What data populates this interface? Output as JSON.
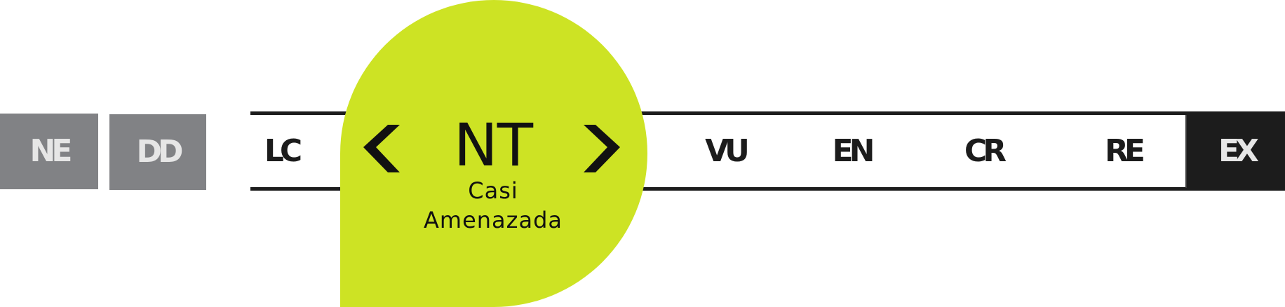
{
  "categories": {
    "ne": "NE",
    "dd": "DD",
    "lc": "LC",
    "vu": "VU",
    "en": "EN",
    "cr": "CR",
    "re": "RE",
    "ex": "EX"
  },
  "selected": {
    "abbr": "NT",
    "label_line1": "Casi",
    "label_line2": "Amenazada"
  },
  "colors": {
    "accent": "#cde324",
    "grey_box": "#818285",
    "dark_box": "#1c1c1c",
    "box_text": "#e6e6e6"
  },
  "icons": {
    "prev": "chevron-left-icon",
    "next": "chevron-right-icon"
  }
}
